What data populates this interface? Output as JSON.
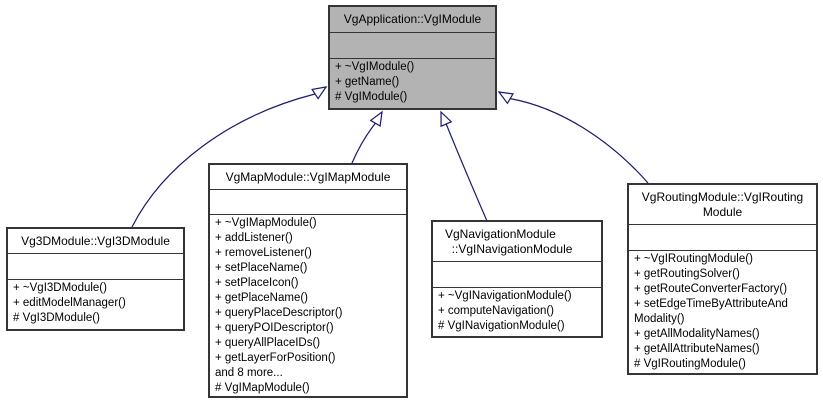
{
  "diagram": {
    "type": "uml-inheritance-graph",
    "colors": {
      "arrow": "#191970",
      "base_node_fill": "#b3b3b3",
      "node_fill": "#ffffff",
      "border": "#353535",
      "text": "#000000"
    },
    "relations": [
      {
        "from": "Vg3DModule::VgI3DModule",
        "to": "VgApplication::VgIModule",
        "kind": "public-inheritance"
      },
      {
        "from": "VgMapModule::VgIMapModule",
        "to": "VgApplication::VgIModule",
        "kind": "public-inheritance"
      },
      {
        "from": "VgNavigationModule::VgINavigationModule",
        "to": "VgApplication::VgIModule",
        "kind": "public-inheritance"
      },
      {
        "from": "VgRoutingModule::VgIRoutingModule",
        "to": "VgApplication::VgIModule",
        "kind": "public-inheritance"
      }
    ]
  },
  "classes": {
    "base": {
      "title_lines": [
        "VgApplication::VgIModule"
      ],
      "methods": [
        "+ ~VgIModule()",
        "+ getName()",
        "# VgIModule()"
      ]
    },
    "m3d": {
      "title_lines": [
        "Vg3DModule::VgI3DModule"
      ],
      "methods": [
        "+ ~VgI3DModule()",
        "+ editModelManager()",
        "# VgI3DModule()"
      ]
    },
    "map": {
      "title_lines": [
        "VgMapModule::VgIMapModule"
      ],
      "methods": [
        "+ ~VgIMapModule()",
        "+ addListener()",
        "+ removeListener()",
        "+ setPlaceName()",
        "+ setPlaceIcon()",
        "+ getPlaceName()",
        "+ queryPlaceDescriptor()",
        "+ queryPOIDescriptor()",
        "+ queryAllPlaceIDs()",
        "+ getLayerForPosition()",
        "and 8 more...",
        "# VgIMapModule()"
      ]
    },
    "nav": {
      "title_lines": [
        "VgNavigationModule",
        "  ::VgINavigationModule"
      ],
      "methods": [
        "+ ~VgINavigationModule()",
        "+ computeNavigation()",
        "# VgINavigationModule()"
      ]
    },
    "routing": {
      "title_lines": [
        "VgRoutingModule::VgIRouting",
        "Module"
      ],
      "methods": [
        "+ ~VgIRoutingModule()",
        "+ getRoutingSolver()",
        "+ getRouteConverterFactory()",
        "+ setEdgeTimeByAttributeAnd",
        "Modality()",
        "+ getAllModalityNames()",
        "+ getAllAttributeNames()",
        "# VgIRoutingModule()"
      ]
    }
  }
}
